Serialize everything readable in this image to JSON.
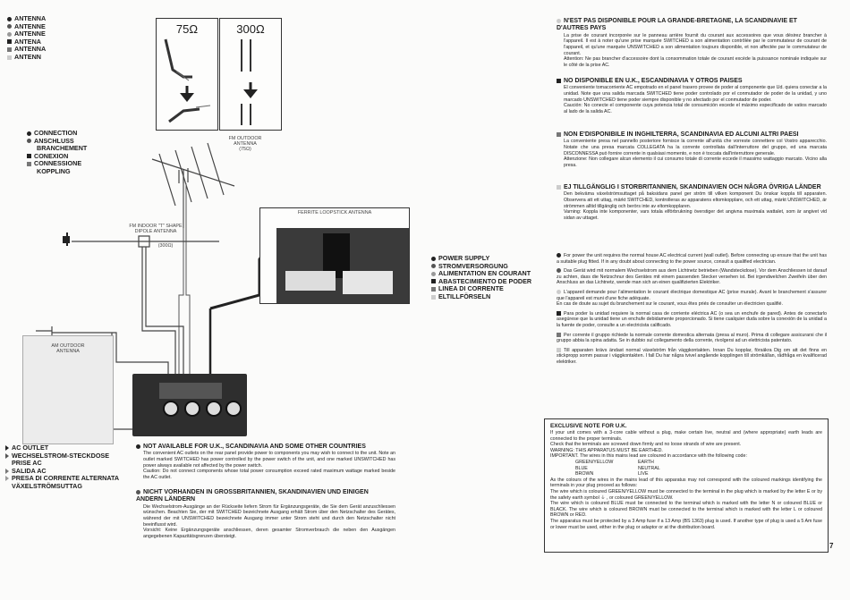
{
  "left_page": {
    "antenna_legend": [
      "ANTENNA",
      "ANTENNE",
      "ANTENNE",
      "ANTENA",
      "ANTENNA",
      "ANTENN"
    ],
    "impedance_75": "75Ω",
    "impedance_300": "300Ω",
    "connection_legend": [
      "CONNECTION",
      "ANSCHLUSS",
      "BRANCHEMENT",
      "CONEXION",
      "CONNESSIONE",
      "KOPPLING"
    ],
    "fm_outdoor_label": "FM OUTDOOR\nANTENNA\n(75Ω)",
    "fm_indoor_label": "FM INDOOR \"T\" SHAPE\nDIPOLE ANTENNA",
    "fm_indoor_imp": "(300Ω)",
    "ferrite_label": "FERRITE LOOPSTICK ANTENNA",
    "am_outdoor_label": "AM OUTDOOR\nANTENNA",
    "power_legend": [
      "POWER SUPPLY",
      "STROMVERSORGUNG",
      "ALIMENTATION EN COURANT",
      "ABASTECIMIENTO DE PODER",
      "LINEA DI CORRENTE",
      "ELTILLFÖRSELN"
    ],
    "ac_legend": [
      "AC OUTLET",
      "WECHSELSTROM-STECKDOSE",
      "PRISE AC",
      "SALIDA AC",
      "PRESA DI CORRENTE ALTERNATA",
      "VÄXELSTRÖMSUTTAG"
    ],
    "sections": [
      {
        "heading": "NOT AVAILABLE FOR U.K., SCANDINAVIA AND SOME OTHER COUNTRIES",
        "body": "The convenient AC outlets on the rear panel provide power to components you may wish to connect to the unit. Note an outlet marked SWITCHED has power controlled by the power switch of the unit, and one marked UNSWITCHED has power always available not affected by the power switch.\nCaution: Do not connect components whose total power consumption exceed rated maximum wattage marked beside the AC outlet."
      },
      {
        "heading": "NICHT VORHANDEN IN GROSSBRITANNIEN, SKANDINAVIEN UND EINIGEN ANDERN LÄNDERN",
        "body": "Die Wechselstrom-Ausgänge an der Rückseite liefern Strom für Ergänzungsgeräte, die Sie dem Gerät anzuschliessen wünschen. Beachten Sie, der mit SWITCHED bezeichnete Ausgang erhält Strom über den Netzschalter des Gerätes, während der mit UNSWITCHED bezeichnete Ausgang immer unter Strom steht und durch den Netzschalter nicht beeinflusst wird.\nVorsicht: Keine Ergänzungsgeräte anschliessen, deren gesamter Stromverbrauch die neben den Ausgängen angegebenen Kapazitätsgrenzen übersteigt."
      }
    ]
  },
  "right_page": {
    "sections": [
      {
        "heading": "N'EST PAS DISPONIBLE POUR LA GRANDE-BRETAGNE, LA SCANDINAVIE ET D'AUTRES PAYS",
        "body": "La prise de courant incorporée sur le panneau arrière fournit du courant aux accessoires que vous désirez brancher à l'appareil. Il est à noter qu'une prise marquée SWITCHED a son alimentation contrôlée par le commutateur de courant de l'appareil, et qu'une marquée UNSWITCHED a son alimentation toujours disponible, et non affectée par le commutateur de courant.\nAttention: Ne pas brancher d'accessoire dont la consommation totale de courant excède la puissance nominale indiquée sur le côté de la prise AC."
      },
      {
        "heading": "NO DISPONIBLE EN U.K., ESCANDINAVIA Y OTROS PAISES",
        "body": "El conveniente tomacorriente AC empotrado en el panel trasero provee de poder al componente que Ud. quiera conectar a la unidad. Note que una salida marcada SWITCHED tiene poder controlado por el conmutador de poder de la unidad, y uno marcado UNSWITCHED tiene poder siempre disponible y no afectado por el conmutador de poder.\nCaución: No conecte el componente cuya potencia total de consumición excede el máximo especificado de vatios marcado al lado de la salida AC."
      },
      {
        "heading": "NON E'DISPONIBILE IN INGHILTERRA, SCANDINAVIA ED ALCUNI ALTRI PAESI",
        "body": "La conveniente presa nel pannello posteriore fornisce la corrente all'unità che vorreste connettere col Vostro apparecchio. Notate che una presa marcata COLLEGATA ha la corrente controllata dall'interruttore del gruppo, ed una marcata DISCONNESSA può fornire corrente in qualsiasi momento, e non è toccata dall'interruttore generale.\nAttenzione: Non collegare alcun elemento il cui consumo totale di corrente eccede il massimo wattaggio marcato. Vicino alla presa."
      },
      {
        "heading": "EJ TILLGÄNGLIG I STORBRITANNIEN, SKANDINAVIEN OCH NÅGRA ÖVRIGA LÄNDER",
        "body": "Den bekväma växelströmsuttaget på baksidans panel ger ström till vilken komponent Du önskar koppla till apparaten. Observera att ett uttag, märkt SWITCHED, kontrolleras av apparatens eltomkopplare, och ett uttag, märkt UNSWITCHED, är strömmen alltid tillgänglig och berörs inte av eltomkopplaren.\nVarning: Koppla inte komponenter, vars totala elförbrukning överstiger det angivna maximala wattalet, som är angivet vid sidan av uttaget."
      }
    ],
    "power_paragraphs": [
      "For power the unit requires the normal house AC electrical current (wall outlet). Before connecting up ensure that the unit has a suitable plug fitted. If in any doubt about connecting to the power source, consult a qualified electrician.",
      "Das Gerät wird mit normalem Wechselstrom aus dem Lichtnetz betrieben (Wandsteckdose). Vor dem Anschliessen ist darauf zu achten, dass die Netzschnur des Gerätes mit einem passenden Stecker versehen ist. Bei irgendwelchen Zweifeln über den Anschluss an das Lichtnetz, wende man sich an einen qualifizierten Elektriker.",
      "L'appareil demande pour l'alimentation le courant électrique domestique AC (prise murale). Avant le branchement s'assurer que l'appareil est muni d'une fiche adéquate.\nEn cas de doute au sujet du branchement sur le courant, vous êtes priés de consulter un électricien qualifié.",
      "Para poder la unidad requiere la normal casa de corriente eléctrica AC (o sea un enchufe de pared). Antes de conectarlo asegúrese que la unidad tiene un enchufe debidamente proporcionado. Si tiene cualquier duda sobre la conexión de la unidad a la fuente de poder, consulte a un electricista calificado.",
      "Per corrente il gruppo richiede la normale corrente domestica alternata (presa al muro). Prima di collegare assicurarsi che il gruppo abbia la spina adatta. Se in dubbio sul collegamento della corrente, rivolgersi ad un elettricista patentato.",
      "Till apparaten krävs ändast normal växelström från väggkontakten. Innan Du kopplar, försäkra Dig om att det finns en stickpropp somm passar i väggkontakten. I fall Du har några tvivel angående kopplingen till strömkällan, rådfråga en kvalificerad elektriker."
    ],
    "note": {
      "title": "EXCLUSIVE NOTE FOR U.K.",
      "intro": "If your unit comes with a 3-core cable without a plug, make certain live, neutral and (where appropriate) earth leads are connected to the proper terminals.\nCheck that the terminals are screwed down firmly and no loose strands of wire are present.\nWARNING: THIS APPARATUS MUST BE EARTHED.\nIMPORTANT. The wires in this mains lead are coloured in accordance with the following code:",
      "code_rows": [
        [
          "GREEN/YELLOW",
          "EARTH"
        ],
        [
          "BLUE",
          "NEUTRAL"
        ],
        [
          "BROWN",
          "LIVE"
        ]
      ],
      "rest": "As the colours of the wires in the mains lead of this apparatus may not correspond with the coloured markings identifying the terminals in your plug proceed as follows:\nThe wire which is coloured GREEN/YELLOW must be connected to the terminal in the plug which is marked by the letter E or by the safety earth symbol ⏚ , or coloured GREEN/YELLOW.\nThe wire which is coloured BLUE must be connected to the terminal which is marked with the letter N or coloured BLUE or BLACK. The wire which is coloured BROWN must be connected to the terminal which is marked with the letter L or coloured BROWN or RED.\nThe apparatus must be protected by a 3 Amp fuse if a 13 Amp (BS 1363) plug is used. If another type of plug is used a 5 Am fuse or lower must be used, either in the plug or adaptor or at the distribution board."
    },
    "page_number": "7"
  },
  "colors": {
    "ink": "#1c1c1c",
    "gray": "#9a9a9a",
    "light": "#cfcfcf"
  }
}
